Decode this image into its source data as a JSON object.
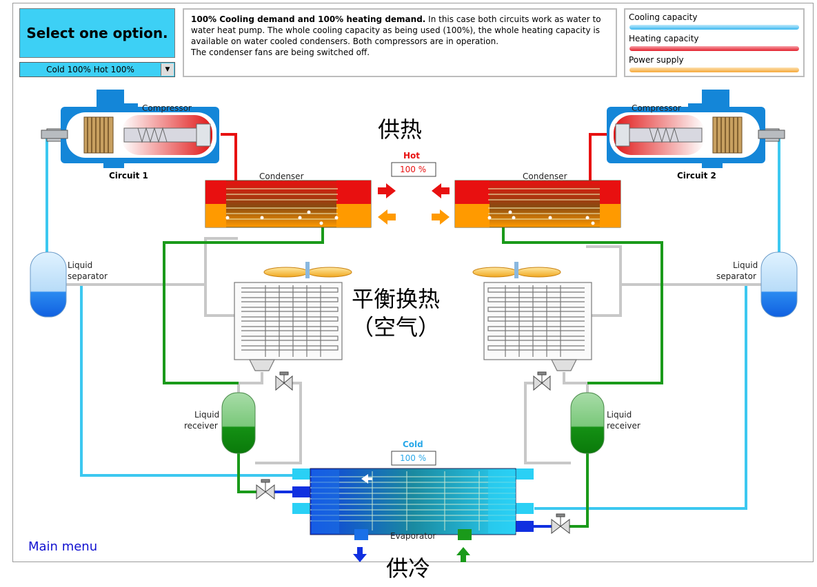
{
  "header": {
    "select_title": "Select one option.",
    "dropdown_value": "Cold 100% Hot 100%"
  },
  "description": {
    "bold": "100% Cooling demand and 100% heating demand.",
    "text": " In this case both circuits work as water to water heat pump. The whole cooling capacity as being used (100%), the whole heating capacity is available on water cooled condensers. Both compressors are in operation.",
    "line2": "The condenser fans are being switched off."
  },
  "legend": {
    "cooling": {
      "label": "Cooling capacity",
      "color": "#4fc3f0"
    },
    "heating": {
      "label": "Heating capacity",
      "color": "#e8303c"
    },
    "power": {
      "label": "Power supply",
      "color": "#f8b048"
    }
  },
  "diagram": {
    "compressor_left": "Compressor",
    "compressor_right": "Compressor",
    "circuit1": "Circuit 1",
    "circuit2": "Circuit 2",
    "condenser_left": "Condenser",
    "condenser_right": "Condenser",
    "hot_label": "Hot",
    "hot_value": "100 %",
    "cold_label": "Cold",
    "cold_value": "100 %",
    "liquid_separator_left_1": "Liquid",
    "liquid_separator_left_2": "separator",
    "liquid_separator_right_1": "Liquid",
    "liquid_separator_right_2": "separator",
    "liquid_receiver_left_1": "Liquid",
    "liquid_receiver_left_2": "receiver",
    "liquid_receiver_right_1": "Liquid",
    "liquid_receiver_right_2": "receiver",
    "evaporator": "Evaporator",
    "cn_heat_supply": "供热",
    "cn_balance_1": "平衡换热",
    "cn_balance_2": "（空气）",
    "cn_cold_supply": "供冷"
  },
  "nav": {
    "main_menu": "Main menu"
  },
  "colors": {
    "hot": "#e81010",
    "warm": "#ff8c00",
    "liquid_green": "#1a9a1a",
    "suction_blue": "#3cc8f0",
    "grey_line": "#c8c8c8",
    "compressor_blue": "#1486d8"
  }
}
